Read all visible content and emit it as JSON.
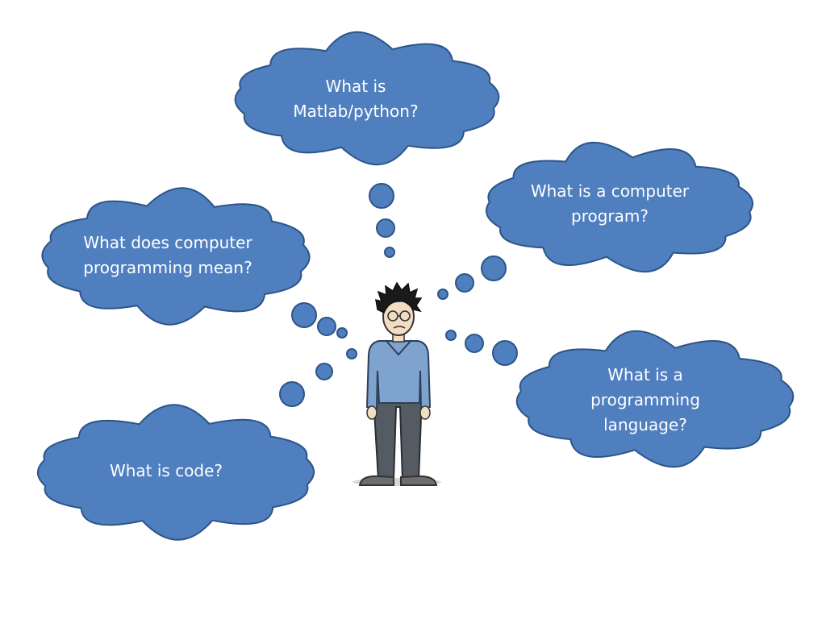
{
  "colors": {
    "cloud_fill": "#4f7fbf",
    "cloud_stroke": "#2c5588",
    "sweater": "#7fa3cf",
    "pants": "#545b63",
    "hair": "#1a1a1a",
    "skin": "#f2dcc2"
  },
  "thoughts": {
    "matlab": [
      "What is",
      "Matlab/python?"
    ],
    "program": [
      "What is a computer",
      "program?"
    ],
    "meaning": [
      "What does computer",
      "programming mean?"
    ],
    "language": [
      "What is a",
      "programming",
      "language?"
    ],
    "code": [
      "What is code?"
    ]
  },
  "icons": {
    "person": "confused-person-icon"
  }
}
